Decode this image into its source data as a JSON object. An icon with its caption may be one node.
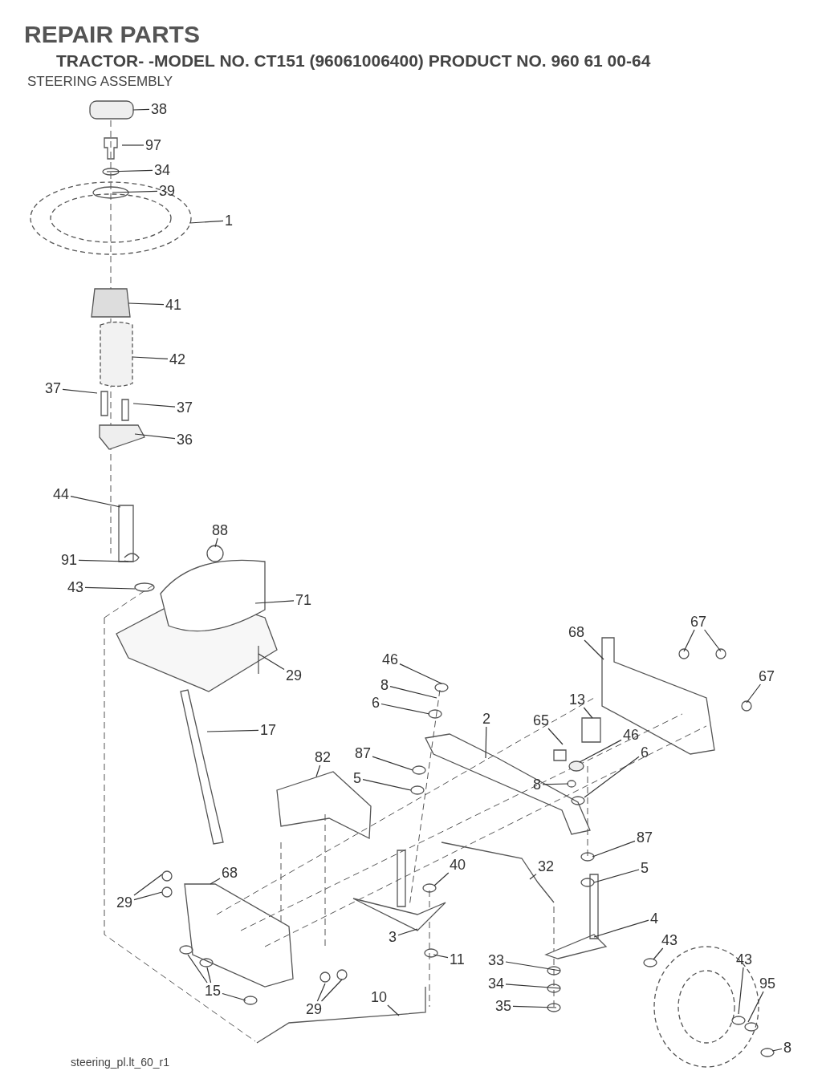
{
  "diagram": {
    "title": "REPAIR PARTS",
    "nodes": [
      {
        "text": [
          "38"
        ]
      },
      {
        "text": [
          "97"
        ]
      },
      {
        "text": [
          "34"
        ]
      },
      {
        "text": [
          "39"
        ]
      },
      {
        "text": [
          "1"
        ]
      },
      {
        "text": [
          "41"
        ]
      },
      {
        "text": [
          "42"
        ]
      },
      {
        "text": [
          "37"
        ]
      },
      {
        "text": [
          "37"
        ]
      },
      {
        "text": [
          "36"
        ]
      },
      {
        "text": [
          "44"
        ]
      },
      {
        "text": [
          "88"
        ]
      },
      {
        "text": [
          "91"
        ]
      },
      {
        "text": [
          "43"
        ]
      },
      {
        "text": [
          "71"
        ]
      },
      {
        "text": [
          "29"
        ]
      },
      {
        "text": [
          "17"
        ]
      },
      {
        "text": [
          "68"
        ]
      },
      {
        "text": [
          "67"
        ]
      },
      {
        "text": [
          "67"
        ]
      },
      {
        "text": [
          "46"
        ]
      },
      {
        "text": [
          "8"
        ]
      },
      {
        "text": [
          "6"
        ]
      },
      {
        "text": [
          "2"
        ]
      },
      {
        "text": [
          "65"
        ]
      },
      {
        "text": [
          "13"
        ]
      },
      {
        "text": [
          "46"
        ]
      },
      {
        "text": [
          "87"
        ]
      },
      {
        "text": [
          "82"
        ]
      },
      {
        "text": [
          "5"
        ]
      },
      {
        "text": [
          "8"
        ]
      },
      {
        "text": [
          "6"
        ]
      },
      {
        "text": [
          "87"
        ]
      },
      {
        "text": [
          "40"
        ]
      },
      {
        "text": [
          "32"
        ]
      },
      {
        "text": [
          "5"
        ]
      },
      {
        "text": [
          "29"
        ]
      },
      {
        "text": [
          "68"
        ]
      },
      {
        "text": [
          "4"
        ]
      },
      {
        "text": [
          "3"
        ]
      },
      {
        "text": [
          "43"
        ]
      },
      {
        "text": [
          "11"
        ]
      },
      {
        "text": [
          "33"
        ]
      },
      {
        "text": [
          "43"
        ]
      },
      {
        "text": [
          "34"
        ]
      },
      {
        "text": [
          "95"
        ]
      },
      {
        "text": [
          "15"
        ]
      },
      {
        "text": [
          "10"
        ]
      },
      {
        "text": [
          "29"
        ]
      },
      {
        "text": [
          "35"
        ]
      },
      {
        "text": [
          "8"
        ]
      }
    ],
    "edges": [
      {
        "from": 0,
        "to": null,
        "arrow": "none"
      },
      {
        "from": 1,
        "to": null,
        "arrow": "none"
      },
      {
        "from": 2,
        "to": null,
        "arrow": "none"
      },
      {
        "from": 3,
        "to": null,
        "arrow": "none"
      },
      {
        "from": 4,
        "to": null,
        "arrow": "none"
      },
      {
        "from": 5,
        "to": null,
        "arrow": "none"
      },
      {
        "from": 6,
        "to": null,
        "arrow": "none"
      },
      {
        "from": 7,
        "to": null,
        "arrow": "none"
      },
      {
        "from": 8,
        "to": null,
        "arrow": "none"
      },
      {
        "from": 9,
        "to": null,
        "arrow": "none"
      },
      {
        "from": 10,
        "to": null,
        "arrow": "none"
      },
      {
        "from": 11,
        "to": null,
        "arrow": "none"
      },
      {
        "from": 12,
        "to": null,
        "arrow": "none"
      },
      {
        "from": 13,
        "to": null,
        "arrow": "none"
      },
      {
        "from": 14,
        "to": null,
        "arrow": "none"
      },
      {
        "from": 15,
        "to": null,
        "arrow": "none"
      },
      {
        "from": 16,
        "to": null,
        "arrow": "none"
      },
      {
        "from": 17,
        "to": null,
        "arrow": "none"
      },
      {
        "from": 18,
        "to": null,
        "arrow": "none"
      },
      {
        "from": 18,
        "to": null,
        "arrow": "none"
      },
      {
        "from": 19,
        "to": null,
        "arrow": "none"
      },
      {
        "from": 20,
        "to": null,
        "arrow": "none"
      },
      {
        "from": 21,
        "to": null,
        "arrow": "none"
      },
      {
        "from": 22,
        "to": null,
        "arrow": "none"
      },
      {
        "from": 23,
        "to": null,
        "arrow": "none"
      },
      {
        "from": 24,
        "to": null,
        "arrow": "none"
      },
      {
        "from": 25,
        "to": null,
        "arrow": "none"
      },
      {
        "from": 26,
        "to": null,
        "arrow": "none"
      },
      {
        "from": 27,
        "to": null,
        "arrow": "none"
      },
      {
        "from": 28,
        "to": null,
        "arrow": "none"
      },
      {
        "from": 29,
        "to": null,
        "arrow": "none"
      },
      {
        "from": 30,
        "to": null,
        "arrow": "none"
      },
      {
        "from": 31,
        "to": null,
        "arrow": "none"
      },
      {
        "from": 32,
        "to": null,
        "arrow": "none"
      },
      {
        "from": 33,
        "to": null,
        "arrow": "none"
      },
      {
        "from": 34,
        "to": null,
        "arrow": "none"
      },
      {
        "from": 35,
        "to": null,
        "arrow": "none"
      },
      {
        "from": 36,
        "to": null,
        "arrow": "none"
      },
      {
        "from": 36,
        "to": null,
        "arrow": "none"
      },
      {
        "from": 37,
        "to": null,
        "arrow": "none"
      },
      {
        "from": 38,
        "to": null,
        "arrow": "none"
      },
      {
        "from": 39,
        "to": null,
        "arrow": "none"
      },
      {
        "from": 40,
        "to": null,
        "arrow": "none"
      },
      {
        "from": 41,
        "to": null,
        "arrow": "none"
      },
      {
        "from": 42,
        "to": null,
        "arrow": "none"
      },
      {
        "from": 43,
        "to": null,
        "arrow": "none"
      },
      {
        "from": 44,
        "to": null,
        "arrow": "none"
      },
      {
        "from": 45,
        "to": null,
        "arrow": "none"
      },
      {
        "from": 46,
        "to": null,
        "arrow": "none"
      },
      {
        "from": 46,
        "to": null,
        "arrow": "none"
      },
      {
        "from": 46,
        "to": null,
        "arrow": "none"
      },
      {
        "from": 47,
        "to": null,
        "arrow": "none"
      },
      {
        "from": 48,
        "to": null,
        "arrow": "none"
      },
      {
        "from": 48,
        "to": null,
        "arrow": "none"
      },
      {
        "from": 49,
        "to": null,
        "arrow": "none"
      },
      {
        "from": 50,
        "to": null,
        "arrow": "none"
      }
    ],
    "labels": [
      "TRACTOR- -MODEL NO. CT151 (96061006400) PRODUCT NO. 960 61 00-64",
      "STEERING ASSEMBLY",
      "steering_pl.lt_60_r1"
    ]
  }
}
